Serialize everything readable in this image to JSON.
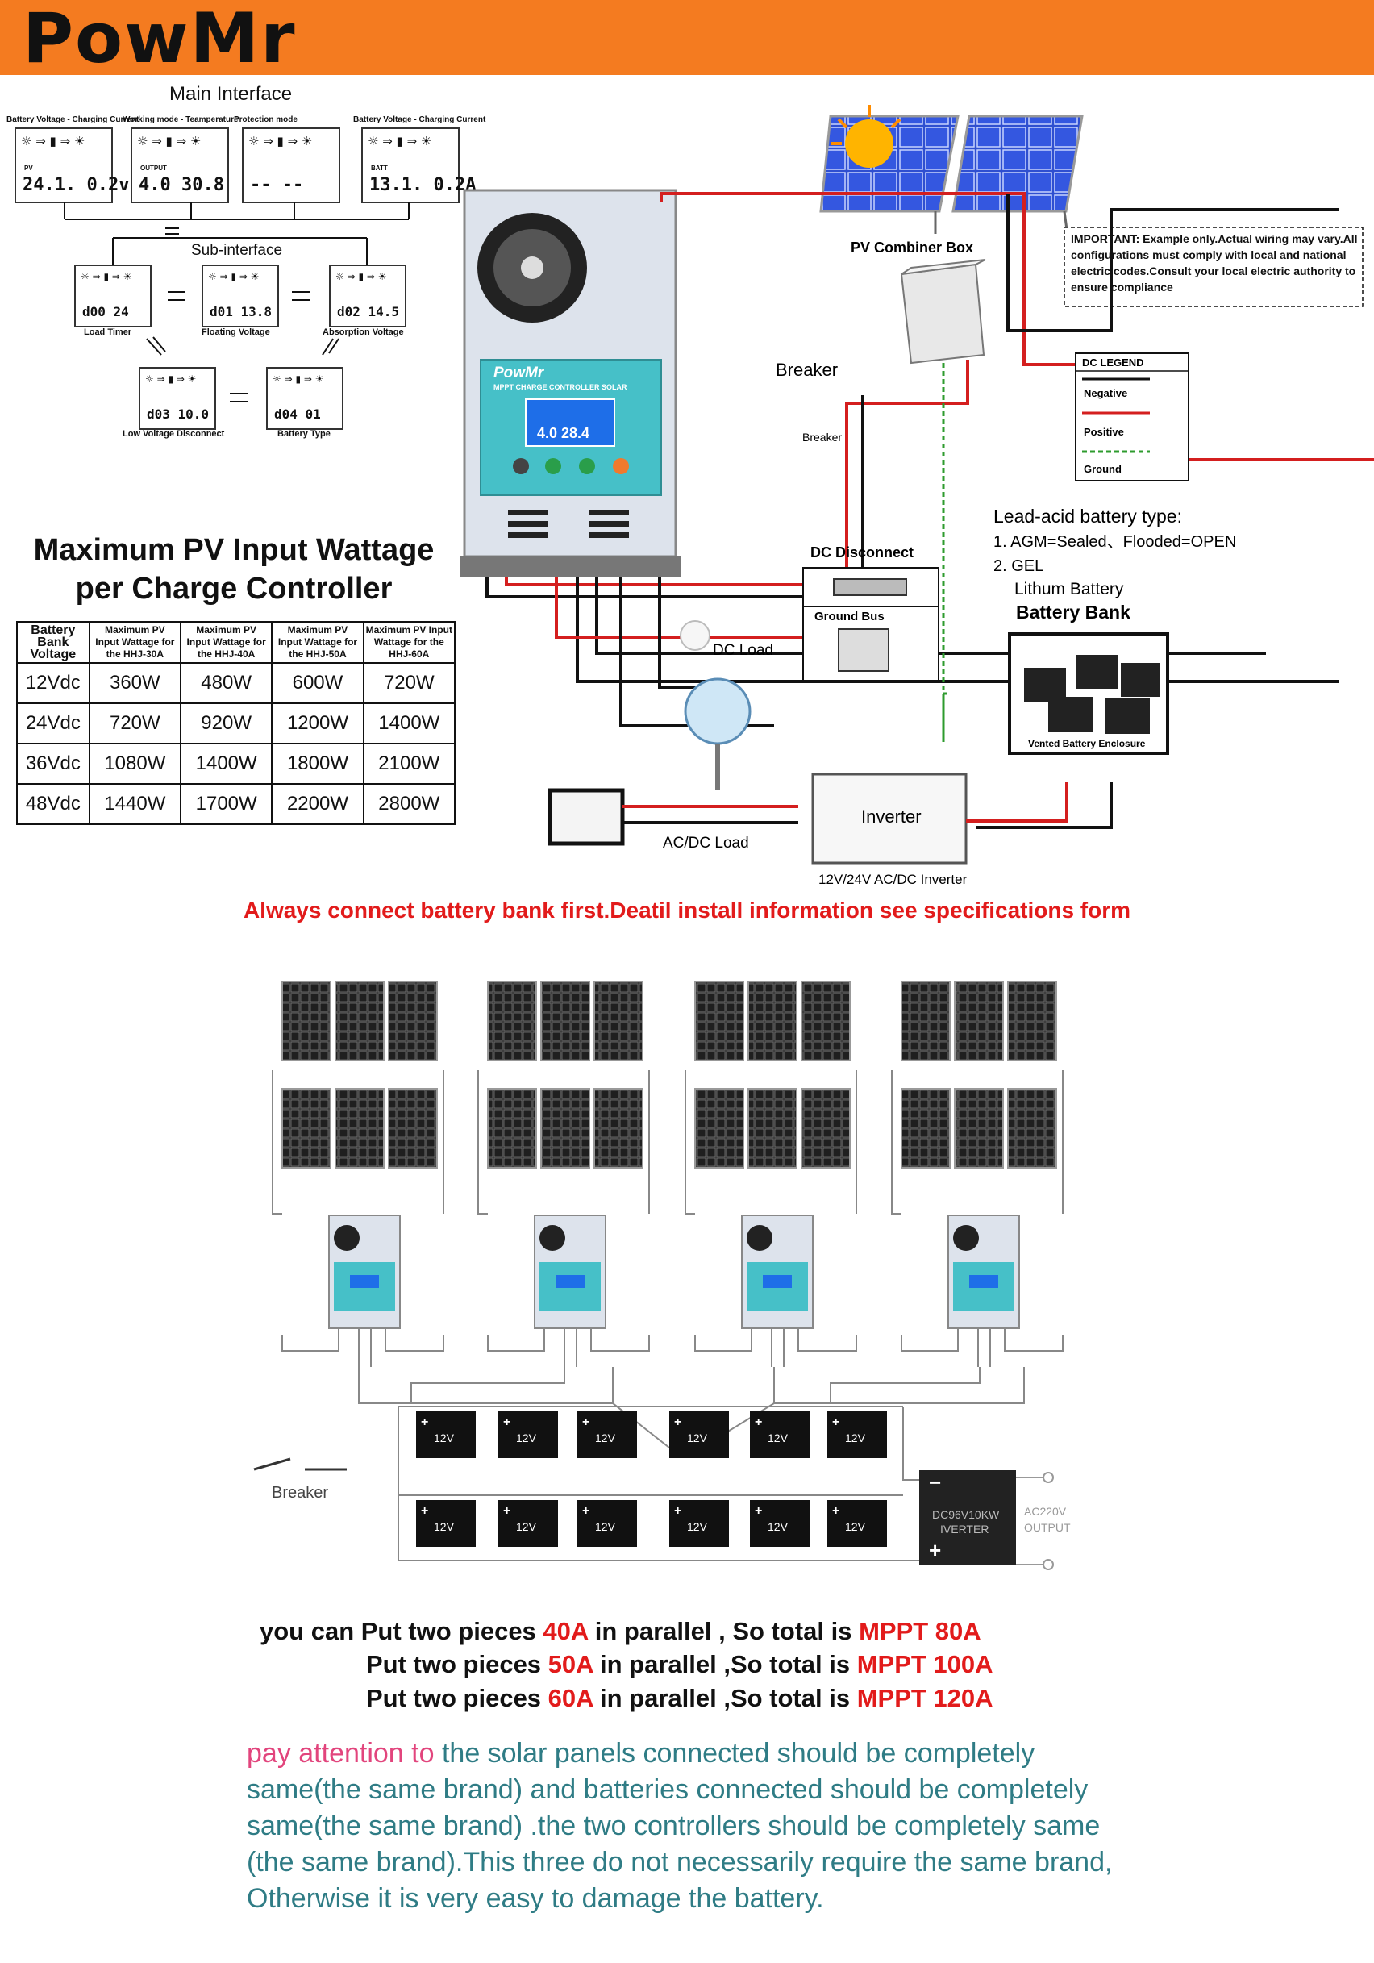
{
  "header": {
    "brand": "PowMr",
    "bg_color": "#f47b20"
  },
  "interface": {
    "main_title": "Main Interface",
    "sub_title": "Sub-interface",
    "main_screens": [
      {
        "caption": "Battery Voltage - Charging Current",
        "tag": "PV",
        "value": "24.1.  0.2v"
      },
      {
        "caption": "Working mode - Teamperature",
        "tag": "OUTPUT",
        "value": "4.0  30.8"
      },
      {
        "caption": "Protection mode",
        "tag": "",
        "value": "--   --"
      },
      {
        "caption": "Battery Voltage - Charging Current",
        "tag": "BATT",
        "value": "13.1.  0.2A"
      }
    ],
    "sub_screens": [
      {
        "caption": "Load Timer",
        "value": "d00  24"
      },
      {
        "caption": "Floating Voltage",
        "value": "d01  13.8"
      },
      {
        "caption": "Absorption Voltage",
        "value": "d02  14.5"
      },
      {
        "caption": "Low Voltage Disconnect",
        "value": "d03  10.0"
      },
      {
        "caption": "Battery Type",
        "value": "d04  01"
      }
    ],
    "icon_row": "☼ ⇒ ▮ ⇒ ☀"
  },
  "table": {
    "title_line1": "Maximum PV Input Wattage",
    "title_line2": "per Charge Controller",
    "headers": [
      "Battery Bank Voltage",
      "Maximum PV Input Wattage for the HHJ-30A",
      "Maximum PV Input Wattage for the HHJ-40A",
      "Maximum PV Input Wattage for the HHJ-50A",
      "Maximum PV Input Wattage for the HHJ-60A"
    ],
    "rows": [
      [
        "12Vdc",
        "360W",
        "480W",
        "600W",
        "720W"
      ],
      [
        "24Vdc",
        "720W",
        "920W",
        "1200W",
        "1400W"
      ],
      [
        "36Vdc",
        "1080W",
        "1400W",
        "1800W",
        "2100W"
      ],
      [
        "48Vdc",
        "1440W",
        "1700W",
        "2200W",
        "2800W"
      ]
    ]
  },
  "wiring": {
    "combiner": "PV Combiner Box",
    "important": "IMPORTANT: Example only.Actual wiring may vary.All configurations must comply with local and national electric codes.Consult your local electric authority to ensure compliance",
    "breaker_big": "Breaker",
    "breaker_small": "Breaker",
    "dc_disconnect": "DC Disconnect",
    "ground_bus": "Ground Bus",
    "dc_load": "DC Load",
    "ac_dc_load": "AC/DC Load",
    "inverter": "Inverter",
    "inverter_caption": "12V/24V AC/DC Inverter",
    "controller_brand": "PowMr",
    "controller_subtitle": "MPPT CHARGE CONTROLLER SOLAR",
    "controller_display": "4.0   28.4",
    "legend": {
      "title": "DC LEGEND",
      "negative": "Negative",
      "positive": "Positive",
      "ground": "Ground"
    },
    "battery_type_title": "Lead-acid battery type:",
    "battery_type_1": "1. AGM=Sealed、Flooded=OPEN",
    "battery_type_2": "2. GEL",
    "battery_type_3": "Lithum Battery",
    "battery_bank": "Battery Bank",
    "enclosure": "Vented Battery Enclosure",
    "colors": {
      "negative": "#111111",
      "positive": "#d41f1f",
      "ground": "#2e9b2e"
    }
  },
  "warning": "Always connect battery bank first.Deatil install information see specifications form",
  "parallel": {
    "battery_label": "12V",
    "breaker": "Breaker",
    "inverter_line1": "DC96V10KW",
    "inverter_line2": "IVERTER",
    "output_line1": "AC220V",
    "output_line2": "OUTPUT"
  },
  "notes": {
    "l1": {
      "a": "you can Put two pieces ",
      "b": "40A",
      "c": " in parallel , So total is ",
      "d": "MPPT 80A"
    },
    "l2": {
      "a": "Put two pieces ",
      "b": "50A",
      "c": " in parallel ,So total is ",
      "d": "MPPT 100A"
    },
    "l3": {
      "a": "Put two pieces ",
      "b": "60A",
      "c": " in parallel ,So total is ",
      "d": "MPPT 120A"
    }
  },
  "attention": {
    "prefix": "pay attention to",
    "line1": " the solar panels connected should be completely",
    "line2": "same(the same brand) and batteries connected should be completely",
    "line3": "same(the same brand) .the two controllers should be completely same",
    "line4": "(the same brand).This three do not necessarily require the same brand,",
    "line5": "Otherwise it is very easy to damage the battery."
  }
}
